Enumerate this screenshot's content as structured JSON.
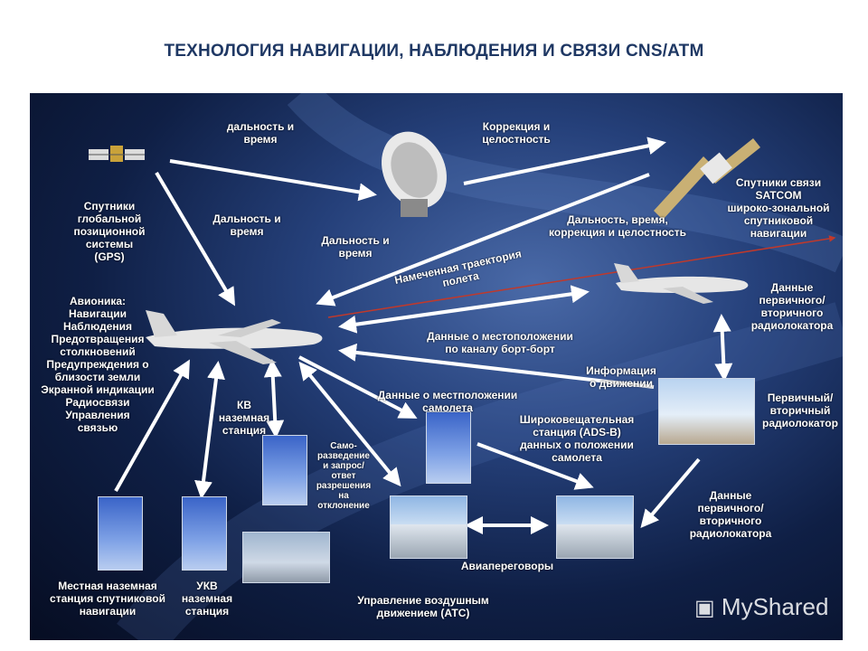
{
  "title": "ТЕХНОЛОГИЯ НАВИГАЦИИ, НАБЛЮДЕНИЯ И СВЯЗИ CNS/ATM",
  "labels": {
    "gps": "Спутники\nглобальной\nпозиционной\nсистемы\n(GPS)",
    "range_time_1": "дальность и\nвремя",
    "correction": "Коррекция и\nцелостность",
    "satcom": "Спутники связи\nSATCOM\nшироко-зональной\nспутниковой\nнавигации",
    "range_time_2": "Дальность и\nвремя",
    "range_time_3": "Дальность и\nвремя",
    "range_time_corr": "Дальность, время,\nкоррекция и целостность",
    "trajectory": "Намеченная траектория\nполета",
    "avionics": "Авионика:\nНавигации\nНаблюдения\nПредотвращения\nстолкновений\nПредупреждения о\nблизости земли\nЭкранной индикации\nРадиосвязи\nУправления\nсвязью",
    "position_data": "Данные о местоположении\nпо каналу борт-борт",
    "radar_data_1": "Данные\nпервичного/\nвторичного\nрадиолокатора",
    "traffic_info": "Информация\nо движении",
    "primary_radar": "Первичный/\nвторичный\nрадиолокатор",
    "hf_station": "КВ\nназемная\nстанция",
    "aircraft_position": "Данные о местположении\nсамолета",
    "self_ident": "Само-\nразведение\nи запрос/\nответ\nразрешения\nна\nотклонение",
    "adsb": "Широковещательная\nстанция (ADS-B)\nданных о положении\nсамолета",
    "radar_data_2": "Данные\nпервичного/\nвторичного\nрадиолокатора",
    "local_station": "Местная наземная\nстанция спутниковой\nнавигации",
    "vhf_station": "УКВ\nназемная\nстанция",
    "negotiations": "Авиапереговоры",
    "atc": "Управление воздушным\nдвижением (АТС)"
  },
  "watermark": "MyShared",
  "colors": {
    "title": "#1f3864",
    "trajectory": "#c0392b",
    "arrow": "#ffffff"
  },
  "icons": [
    "gps-satellite-icon",
    "dish-antenna-icon",
    "satcom-satellite-icon",
    "airplane-icon",
    "presentation-board-icon"
  ]
}
